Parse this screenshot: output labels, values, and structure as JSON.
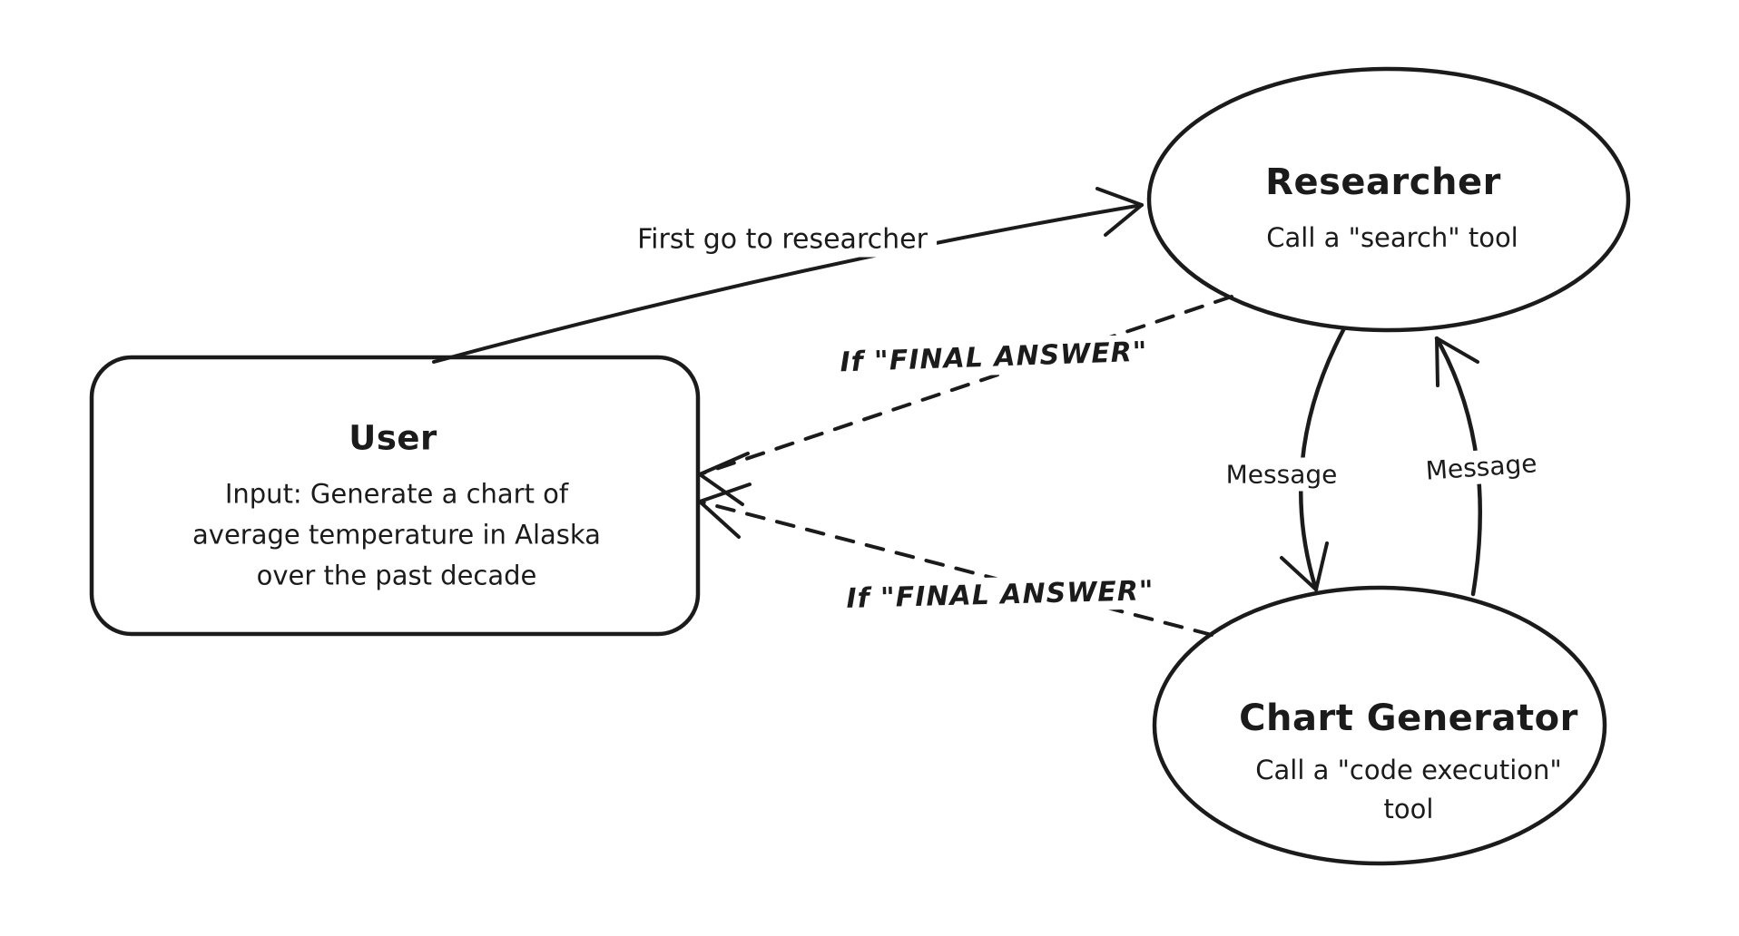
{
  "background": "#ffffff",
  "ink_color": "#1b1b1b",
  "nodes": {
    "user": {
      "title": "User",
      "body": "Input: Generate a chart of\naverage temperature in Alaska\nover the past decade"
    },
    "researcher": {
      "title": "Researcher",
      "subtitle": "Call a \"search\" tool"
    },
    "chart_generator": {
      "title": "Chart Generator",
      "subtitle": "Call a \"code execution\"\ntool"
    }
  },
  "edges": {
    "user_to_researcher": {
      "label": "First go to researcher",
      "style": "solid-arrow"
    },
    "researcher_to_user": {
      "label": "If \"FINAL ANSWER\"",
      "style": "dashed-arrow"
    },
    "chart_generator_to_user": {
      "label": "If \"FINAL ANSWER\"",
      "style": "dashed-arrow"
    },
    "researcher_to_chart_generator": {
      "label": "Message",
      "style": "curved-arrow"
    },
    "chart_generator_to_researcher": {
      "label": "Message",
      "style": "curved-arrow"
    }
  }
}
